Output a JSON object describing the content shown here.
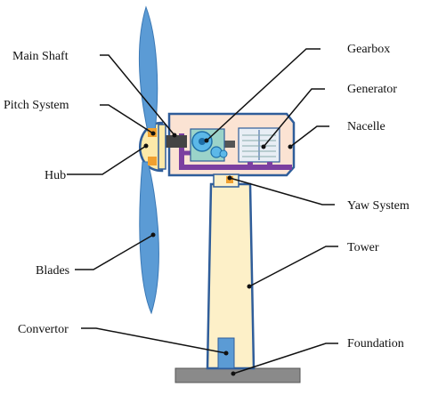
{
  "labels": {
    "main_shaft": "Main Shaft",
    "pitch_system": "Pitch System",
    "hub": "Hub",
    "blades": "Blades",
    "convertor": "Convertor",
    "gearbox": "Gearbox",
    "generator": "Generator",
    "nacelle": "Nacelle",
    "yaw_system": "Yaw System",
    "tower": "Tower",
    "foundation": "Foundation"
  },
  "colors": {
    "blade": "#5b9bd5",
    "blade_outline": "#3a78b5",
    "hub": "#fde9a9",
    "pitch": "#f0a030",
    "nacelle_fill": "#fbe3d3",
    "nacelle_outline": "#2f5d9a",
    "tower_fill": "#fdf0c8",
    "frame": "#7b3fa0",
    "gearbox": "#9bd3c9",
    "shaft": "#444444",
    "foundation": "#8a8a8a",
    "convertor": "#5b9bd5"
  }
}
